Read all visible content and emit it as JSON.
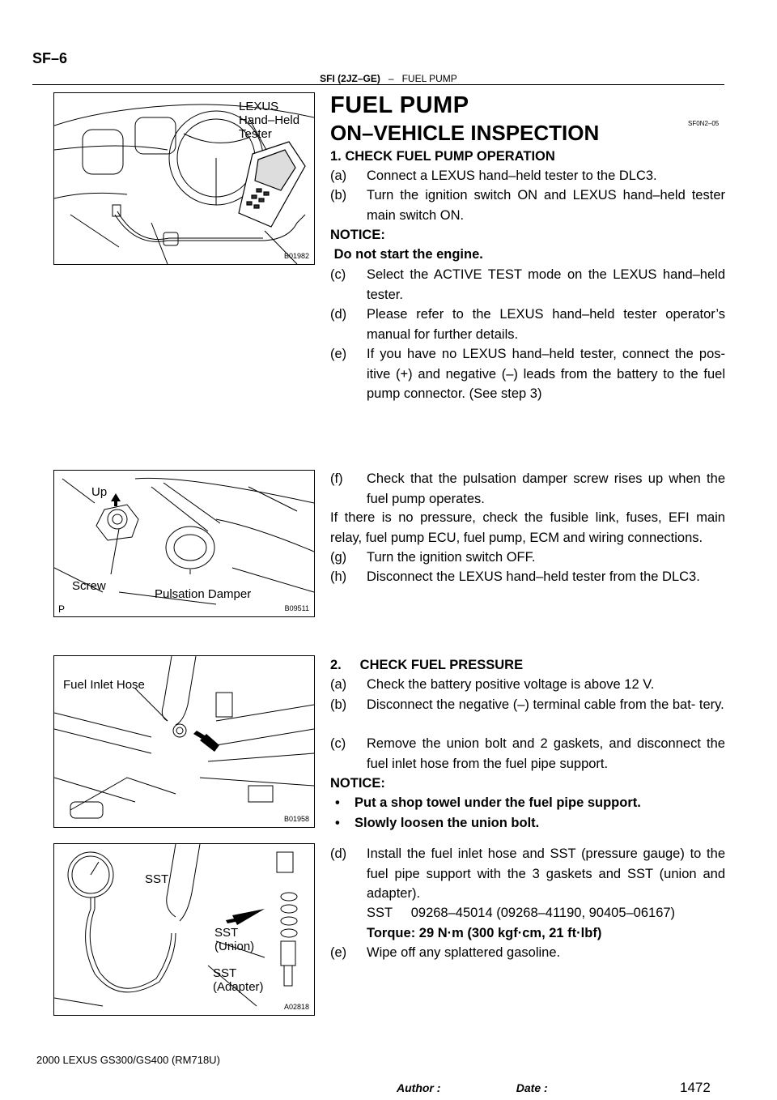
{
  "header": {
    "page_id": "SF–6",
    "section": "SFI (2JZ–GE)",
    "separator": "–",
    "topic": "FUEL PUMP"
  },
  "figures": [
    {
      "labels": [
        "LEXUS",
        "Hand–Held",
        "Tester"
      ],
      "code": "B01982"
    },
    {
      "labels": [
        "Up",
        "Screw",
        "Pulsation Damper",
        "P"
      ],
      "code": "B09511"
    },
    {
      "labels": [
        "Fuel Inlet Hose"
      ],
      "code": "B01958"
    },
    {
      "labels": [
        "SST",
        "SST",
        "(Union)",
        "SST",
        "(Adapter)"
      ],
      "code": "A02818"
    }
  ],
  "content": {
    "title": "FUEL PUMP",
    "doc_code": "SF0N2–05",
    "subtitle": "ON–VEHICLE INSPECTION",
    "s1_heading": "1.     CHECK FUEL PUMP OPERATION",
    "s1a_lbl": "(a)",
    "s1a": "Connect a LEXUS hand–held tester to the DLC3.",
    "s1b_lbl": "(b)",
    "s1b": "Turn the ignition switch ON and LEXUS hand–held tester main switch ON.",
    "notice1": "NOTICE:",
    "notice1_text": " Do not start the engine.",
    "s1c_lbl": "(c)",
    "s1c": "Select the ACTIVE TEST mode on the LEXUS hand–held tester.",
    "s1d_lbl": "(d)",
    "s1d": "Please refer to the LEXUS hand–held tester operator’s manual for further details.",
    "s1e_lbl": "(e)",
    "s1e": "If you have no LEXUS hand–held tester, connect the pos- itive (+) and negative (–) leads from the battery to the fuel pump connector. (See step 3)",
    "s1f_lbl": "(f)",
    "s1f": "Check that the pulsation damper screw rises up when the fuel pump operates.",
    "s1_para": "If there is no pressure, check the fusible link, fuses, EFI main relay, fuel pump ECU, fuel pump, ECM and wiring connections.",
    "s1g_lbl": "(g)",
    "s1g": "Turn the ignition switch OFF.",
    "s1h_lbl": "(h)",
    "s1h": "Disconnect the LEXUS hand–held tester from the DLC3.",
    "s2_heading": "2.     CHECK FUEL PRESSURE",
    "s2a_lbl": "(a)",
    "s2a": "Check the battery positive voltage is above 12 V.",
    "s2b_lbl": "(b)",
    "s2b": "Disconnect the negative (–) terminal cable from the bat- tery.",
    "s2c_lbl": "(c)",
    "s2c": "Remove the union bolt and 2 gaskets, and disconnect the fuel inlet hose from the fuel pipe support.",
    "notice2": "NOTICE:",
    "bullet1": "Put a shop towel under the fuel pipe support.",
    "bullet2": "Slowly loosen the union bolt.",
    "bullet_char": "•",
    "s2d_lbl": "(d)",
    "s2d": "Install the fuel inlet hose and SST (pressure gauge) to the fuel pipe support with the 3 gaskets and SST (union and adapter).",
    "s2d_sst": "SST     09268–45014 (09268–41190, 90405–06167)",
    "s2d_torque": "Torque: 29 N·m (300 kgf·cm, 21 ft·lbf)",
    "s2e_lbl": "(e)",
    "s2e": "Wipe off any splattered gasoline."
  },
  "footer": {
    "model": "2000 LEXUS GS300/GS400   (RM718U)",
    "author_date": "Author :                        Date :",
    "page_number": "1472"
  }
}
